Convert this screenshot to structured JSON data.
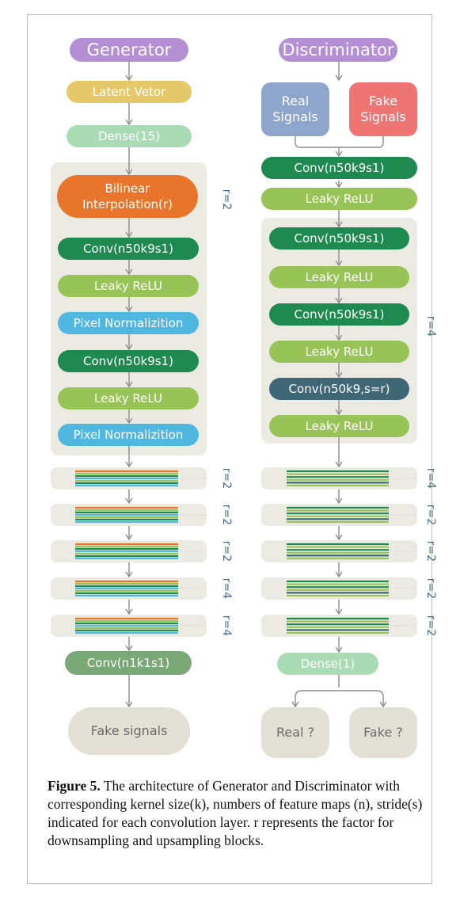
{
  "generator": {
    "title": "Generator",
    "latent": "Latent Vetor",
    "dense": "Dense(15)",
    "block": {
      "interp_line1": "Bilinear",
      "interp_line2": "Interpolation(r)",
      "conv1": "Conv(n50k9s1)",
      "relu1": "Leaky ReLU",
      "norm1": "Pixel Normalizition",
      "conv2": "Conv(n50k9s1)",
      "relu2": "Leaky ReLU",
      "norm2": "Pixel Normalizition",
      "r_label": "r=2"
    },
    "stack_r_labels": [
      "r=2",
      "r=2",
      "r=2",
      "r=4",
      "r=4"
    ],
    "final_conv": "Conv(n1k1s1)",
    "output": "Fake signals"
  },
  "discriminator": {
    "title": "Discriminator",
    "real_line1": "Real",
    "real_line2": "Signals",
    "fake_line1": "Fake",
    "fake_line2": "Signals",
    "conv_top": "Conv(n50k9s1)",
    "relu_top": "Leaky ReLU",
    "block": {
      "conv1": "Conv(n50k9s1)",
      "relu1": "Leaky ReLU",
      "conv2": "Conv(n50k9s1)",
      "relu2": "Leaky ReLU",
      "conv3": "Conv(n50k9,s=r)",
      "relu3": "Leaky ReLU",
      "r_label": "r=4"
    },
    "stack_r_labels": [
      "r=4",
      "r=2",
      "r=2",
      "r=2",
      "r=2"
    ],
    "dense": "Dense(1)",
    "out_real": "Real ?",
    "out_fake": "Fake ?"
  },
  "caption": {
    "label": "Figure 5.",
    "text": " The architecture of Generator and Discriminator with corresponding kernel size(k), numbers of feature maps (n), stride(s) indicated for each convolution layer. r represents the factor for downsampling and upsampling blocks."
  },
  "colors": {
    "arrow": "#8c8c8c",
    "panel": "#ecebe3",
    "gen_stripes": [
      "#e8752b",
      "#98c457",
      "#1f8a4f",
      "#4fb7e0",
      "#98c457",
      "#1f8a4f",
      "#4fb7e0"
    ],
    "disc_stripes": [
      "#1f8a4f",
      "#98c457",
      "#1f8a4f",
      "#98c457",
      "#3f6776",
      "#98c457"
    ]
  }
}
